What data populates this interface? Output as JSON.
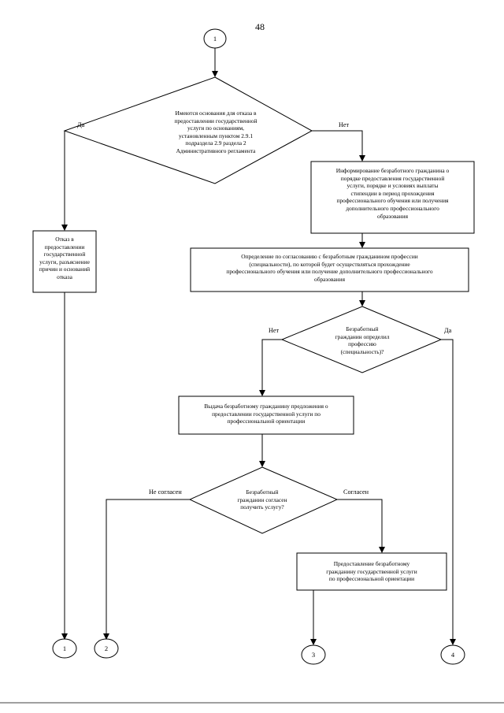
{
  "page_number": "48",
  "start_connector": "1",
  "decisions": {
    "refusal_grounds": "Имеются основания для отказа в\nпредоставлении государственной\nуслуги по основаниям,\nустановленным пунктом 2.9.1\nподраздела 2.9 раздела 2\nАдминистративного регламента",
    "profession_chosen": "Безработный\nгражданин определил\nпрофессию\n(специальность)?",
    "agree_service": "Безработный\nгражданин согласен\nполучить услугу?"
  },
  "processes": {
    "inform": "Информирование безработного гражданина о\nпорядке предоставления государственной\nуслуги, порядке и условиях выплаты\nстипендии в период прохождения\nпрофессионального обучения или получения\nдополнительного профессионального\nобразования",
    "refusal": "Отказ в\nпредоставлении\nгосударственной\nуслуги, разъяснение\nпричин и оснований\nотказа",
    "determine": "Определение по согласованию с безработным гражданином профессии\n(специальности), по которой будет осуществляться прохождение\nпрофессионального обучения или получение дополнительного профессионального\nобразования",
    "offer": "Выдача безработному гражданину предложения о\nпредоставлении государственной услуги по\nпрофессиональной ориентации",
    "provide": "Предоставление безработному\nгражданину государственной услуги\nпо профессиональной ориентации"
  },
  "branch_labels": {
    "d1_yes": "Да",
    "d1_no": "Нет",
    "d2_no": "Нет",
    "d2_yes": "Да",
    "d3_no": "Не согласен",
    "d3_yes": "Согласен"
  },
  "end_connectors": [
    "1",
    "2",
    "3",
    "4"
  ]
}
